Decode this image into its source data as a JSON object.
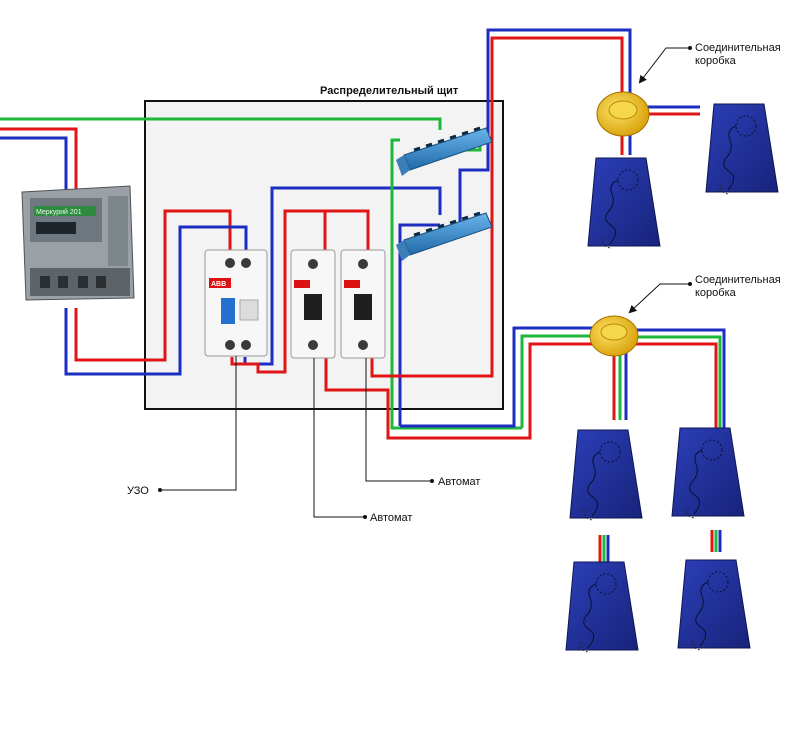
{
  "labels": {
    "panel_title": "Распределительный щит",
    "junction_box_1": "Соединительная коробка",
    "junction_box_2": "Соединительная коробка",
    "rcd": "УЗО",
    "breaker_1": "Автомат",
    "breaker_2": "Автомат"
  },
  "devices": {
    "meter_brand": "Меркурий 201",
    "brand": "ABB"
  },
  "colors": {
    "phase": "#e01515",
    "neutral": "#1c2ec2",
    "ground": "#1db83a",
    "panel_fill": "#f3f3f3",
    "panel_border": "#111111",
    "heater": "#1f2f9c",
    "junction_box": "#f2c81a",
    "busbar": "#2f86c8"
  },
  "icons": [
    "electric-meter-icon",
    "rcd-icon",
    "circuit-breaker-icon",
    "busbar-icon",
    "junction-box-icon",
    "heating-mat-icon"
  ]
}
